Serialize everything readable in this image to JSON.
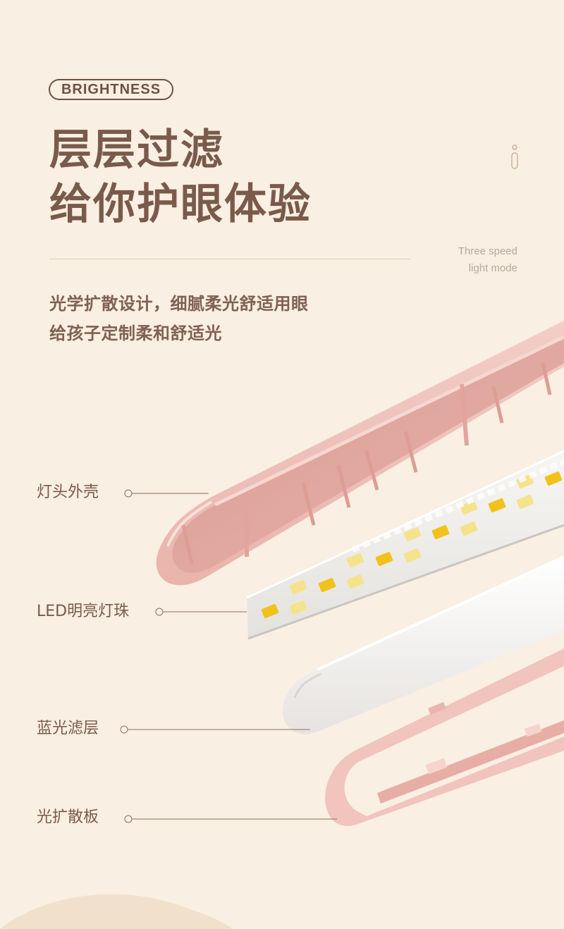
{
  "badge": "BRIGHTNESS",
  "headline": [
    "层层过滤",
    "给你护眼体验"
  ],
  "subtitle": [
    "光学扩散设计，细腻柔光舒适用眼",
    "给孩子定制柔和舒适光"
  ],
  "speed_mode": [
    "Three speed",
    "light mode"
  ],
  "components": [
    "灯头外壳",
    "LED明亮灯珠",
    "蓝光滤层",
    "光扩散板"
  ],
  "colors": {
    "background": "#f9efe2",
    "headline": "#7a5a4b",
    "shell_pink": "#f0c6c0",
    "led_yellow": "#f2c21c",
    "led_pale": "#f4e38a"
  },
  "icons": [
    "speed-indicator-icon",
    "callout-dot-icon"
  ]
}
